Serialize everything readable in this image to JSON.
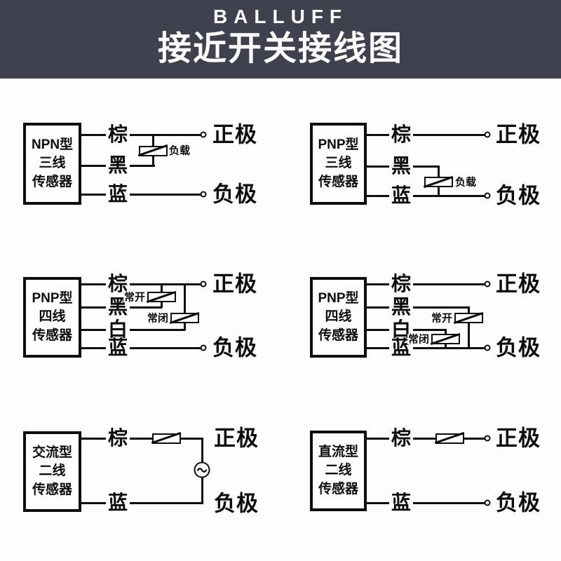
{
  "colors": {
    "header_bg": "#3f414e",
    "header_fg": "#ffffff",
    "page_bg": "#fdfdfc",
    "ink": "#0d0d0d"
  },
  "header": {
    "brand": "BALLUFF",
    "title": "接近开关接线图"
  },
  "diagrams": [
    {
      "name": "npn-3-wire",
      "sensor": [
        "NPN型",
        "三线",
        "传感器"
      ],
      "wires": [
        "棕",
        "黑",
        "蓝"
      ],
      "load": "负载",
      "positive": "正极",
      "negative": "负极"
    },
    {
      "name": "pnp-3-wire",
      "sensor": [
        "PNP型",
        "三线",
        "传感器"
      ],
      "wires": [
        "棕",
        "黑",
        "蓝"
      ],
      "load": "负载",
      "positive": "正极",
      "negative": "负极"
    },
    {
      "name": "pnp-4-wire-left",
      "sensor": [
        "PNP型",
        "四线",
        "传感器"
      ],
      "wires": [
        "棕",
        "黑",
        "白",
        "蓝"
      ],
      "load_no": "常开",
      "load_nc": "常闭",
      "positive": "正极",
      "negative": "负极"
    },
    {
      "name": "pnp-4-wire-right",
      "sensor": [
        "PNP型",
        "四线",
        "传感器"
      ],
      "wires": [
        "棕",
        "黑",
        "白",
        "蓝"
      ],
      "load_no": "常开",
      "load_nc": "常闭",
      "positive": "正极",
      "negative": "负极"
    },
    {
      "name": "ac-2-wire",
      "sensor": [
        "交流型",
        "二线",
        "传感器"
      ],
      "wires": [
        "棕",
        "蓝"
      ],
      "positive": "正极",
      "negative": "负极"
    },
    {
      "name": "dc-2-wire",
      "sensor": [
        "直流型",
        "二线",
        "传感器"
      ],
      "wires": [
        "棕",
        "蓝"
      ],
      "positive": "正极",
      "negative": "负极"
    }
  ]
}
